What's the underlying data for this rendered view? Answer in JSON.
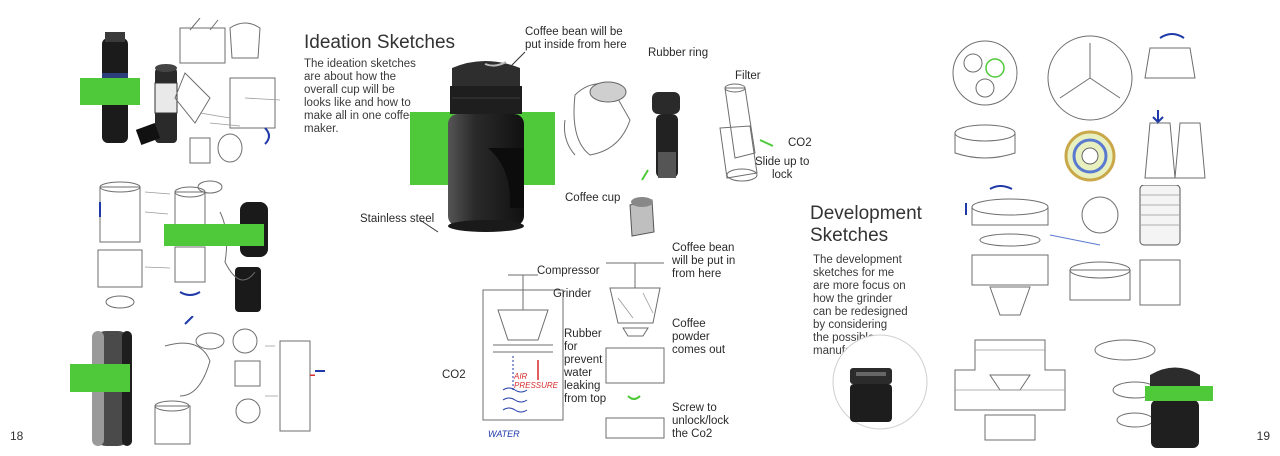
{
  "page_left": {
    "number": "18",
    "title": "Ideation Sketches",
    "intro": [
      "The ideation sketches",
      "are about how the",
      "overall cup will be",
      "looks like and how to",
      "make all in one coffee",
      "maker."
    ],
    "labels": {
      "coffee_bean_top": [
        "Coffee bean will be",
        "put inside from here"
      ],
      "rubber_ring": "Rubber ring",
      "filter": "Filter",
      "co2_right": "CO2",
      "slide_up": [
        "Slide up to",
        "lock"
      ],
      "stainless_steel": "Stainless steel",
      "coffee_cup": "Coffee cup",
      "compressor": "Compressor",
      "grinder": "Grinder",
      "rubber_prevent": [
        "Rubber",
        "for",
        "prevent",
        "water",
        "leaking",
        "from top"
      ],
      "co2_left": "CO2",
      "coffee_bean_right": [
        "Coffee bean",
        "will be put in",
        "from here"
      ],
      "coffee_powder": [
        "Coffee",
        "powder",
        "comes out"
      ],
      "screw": [
        "Screw to",
        "unlock/lock",
        "the Co2"
      ],
      "air_pressure": [
        "AIR",
        "PRESSURE"
      ],
      "water": "WATER"
    }
  },
  "page_right": {
    "number": "19",
    "title": [
      "Development",
      "Sketches"
    ],
    "intro": [
      "The development",
      "sketches for me",
      "are more focus on",
      "how the grinder",
      "can be redesigned",
      "by considering",
      "the possible",
      "manufacture."
    ]
  },
  "colors": {
    "accent_green": "#4fc93a",
    "sketch_blue": "#1f3aa8",
    "sketch_red": "#d62b2b"
  }
}
